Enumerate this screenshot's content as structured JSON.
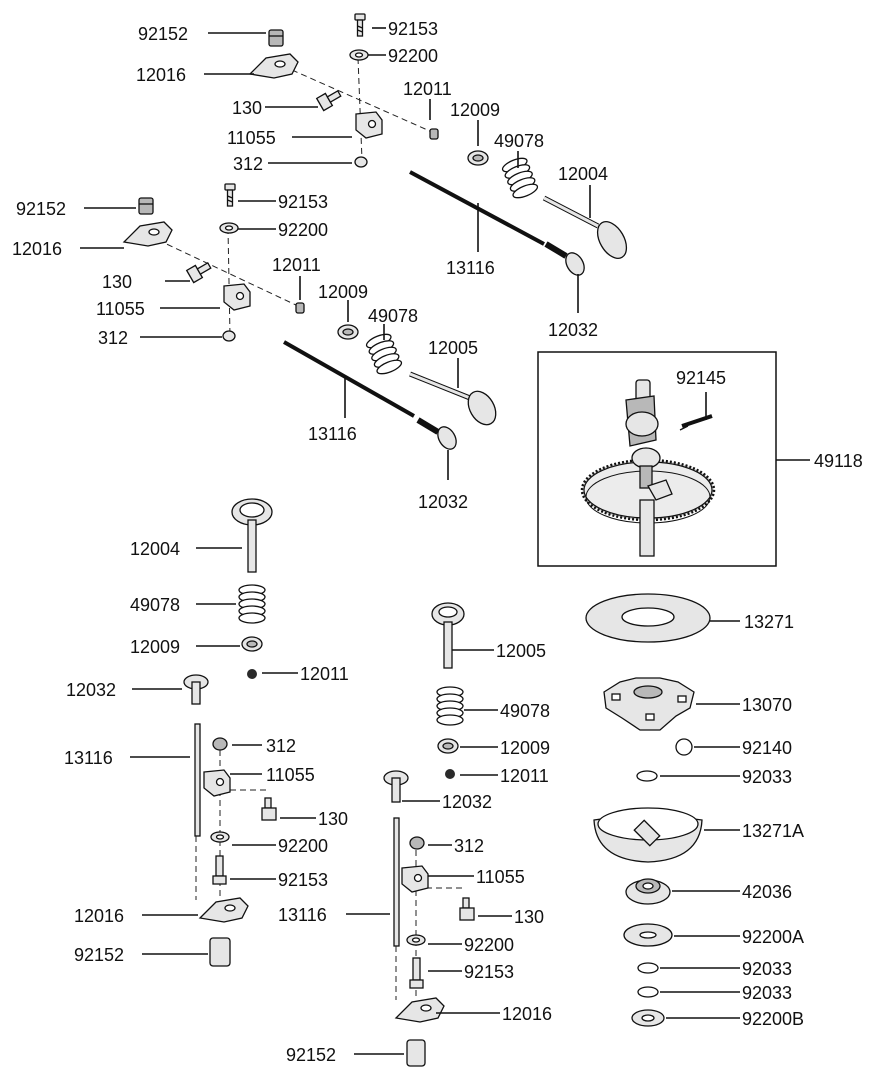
{
  "labels": {
    "u1_92152": "92152",
    "u1_12016": "12016",
    "u1_92153": "92153",
    "u1_92200": "92200",
    "u1_130": "130",
    "u1_12011": "12011",
    "u1_11055": "11055",
    "u1_12009": "12009",
    "u1_49078": "49078",
    "u1_312": "312",
    "u1_12004": "12004",
    "u1_13116": "13116",
    "u1_12032": "12032",
    "u2_92152": "92152",
    "u2_12016": "12016",
    "u2_92153": "92153",
    "u2_92200": "92200",
    "u2_130": "130",
    "u2_12011": "12011",
    "u2_11055": "11055",
    "u2_12009": "12009",
    "u2_49078": "49078",
    "u2_312": "312",
    "u2_12005": "12005",
    "u2_13116": "13116",
    "u2_12032": "12032",
    "cam_92145": "92145",
    "cam_49118": "49118",
    "l_12004": "12004",
    "l_49078": "49078",
    "l_12009": "12009",
    "l_12011": "12011",
    "l_12032": "12032",
    "l_13116": "13116",
    "l_312": "312",
    "l_11055": "11055",
    "l_130": "130",
    "l_92200": "92200",
    "l_92153": "92153",
    "l_12016": "12016",
    "l_92152": "92152",
    "m_12005": "12005",
    "m_49078": "49078",
    "m_12009": "12009",
    "m_12011": "12011",
    "m_12032": "12032",
    "m_312": "312",
    "m_11055": "11055",
    "m_13116": "13116",
    "m_130": "130",
    "m_92200": "92200",
    "m_92153": "92153",
    "m_12016": "12016",
    "m_92152": "92152",
    "r_13271": "13271",
    "r_13070": "13070",
    "r_92140": "92140",
    "r_92033a": "92033",
    "r_13271A": "13271A",
    "r_42036": "42036",
    "r_92200A": "92200A",
    "r_92033b": "92033",
    "r_92033c": "92033",
    "r_92200B": "92200B"
  }
}
